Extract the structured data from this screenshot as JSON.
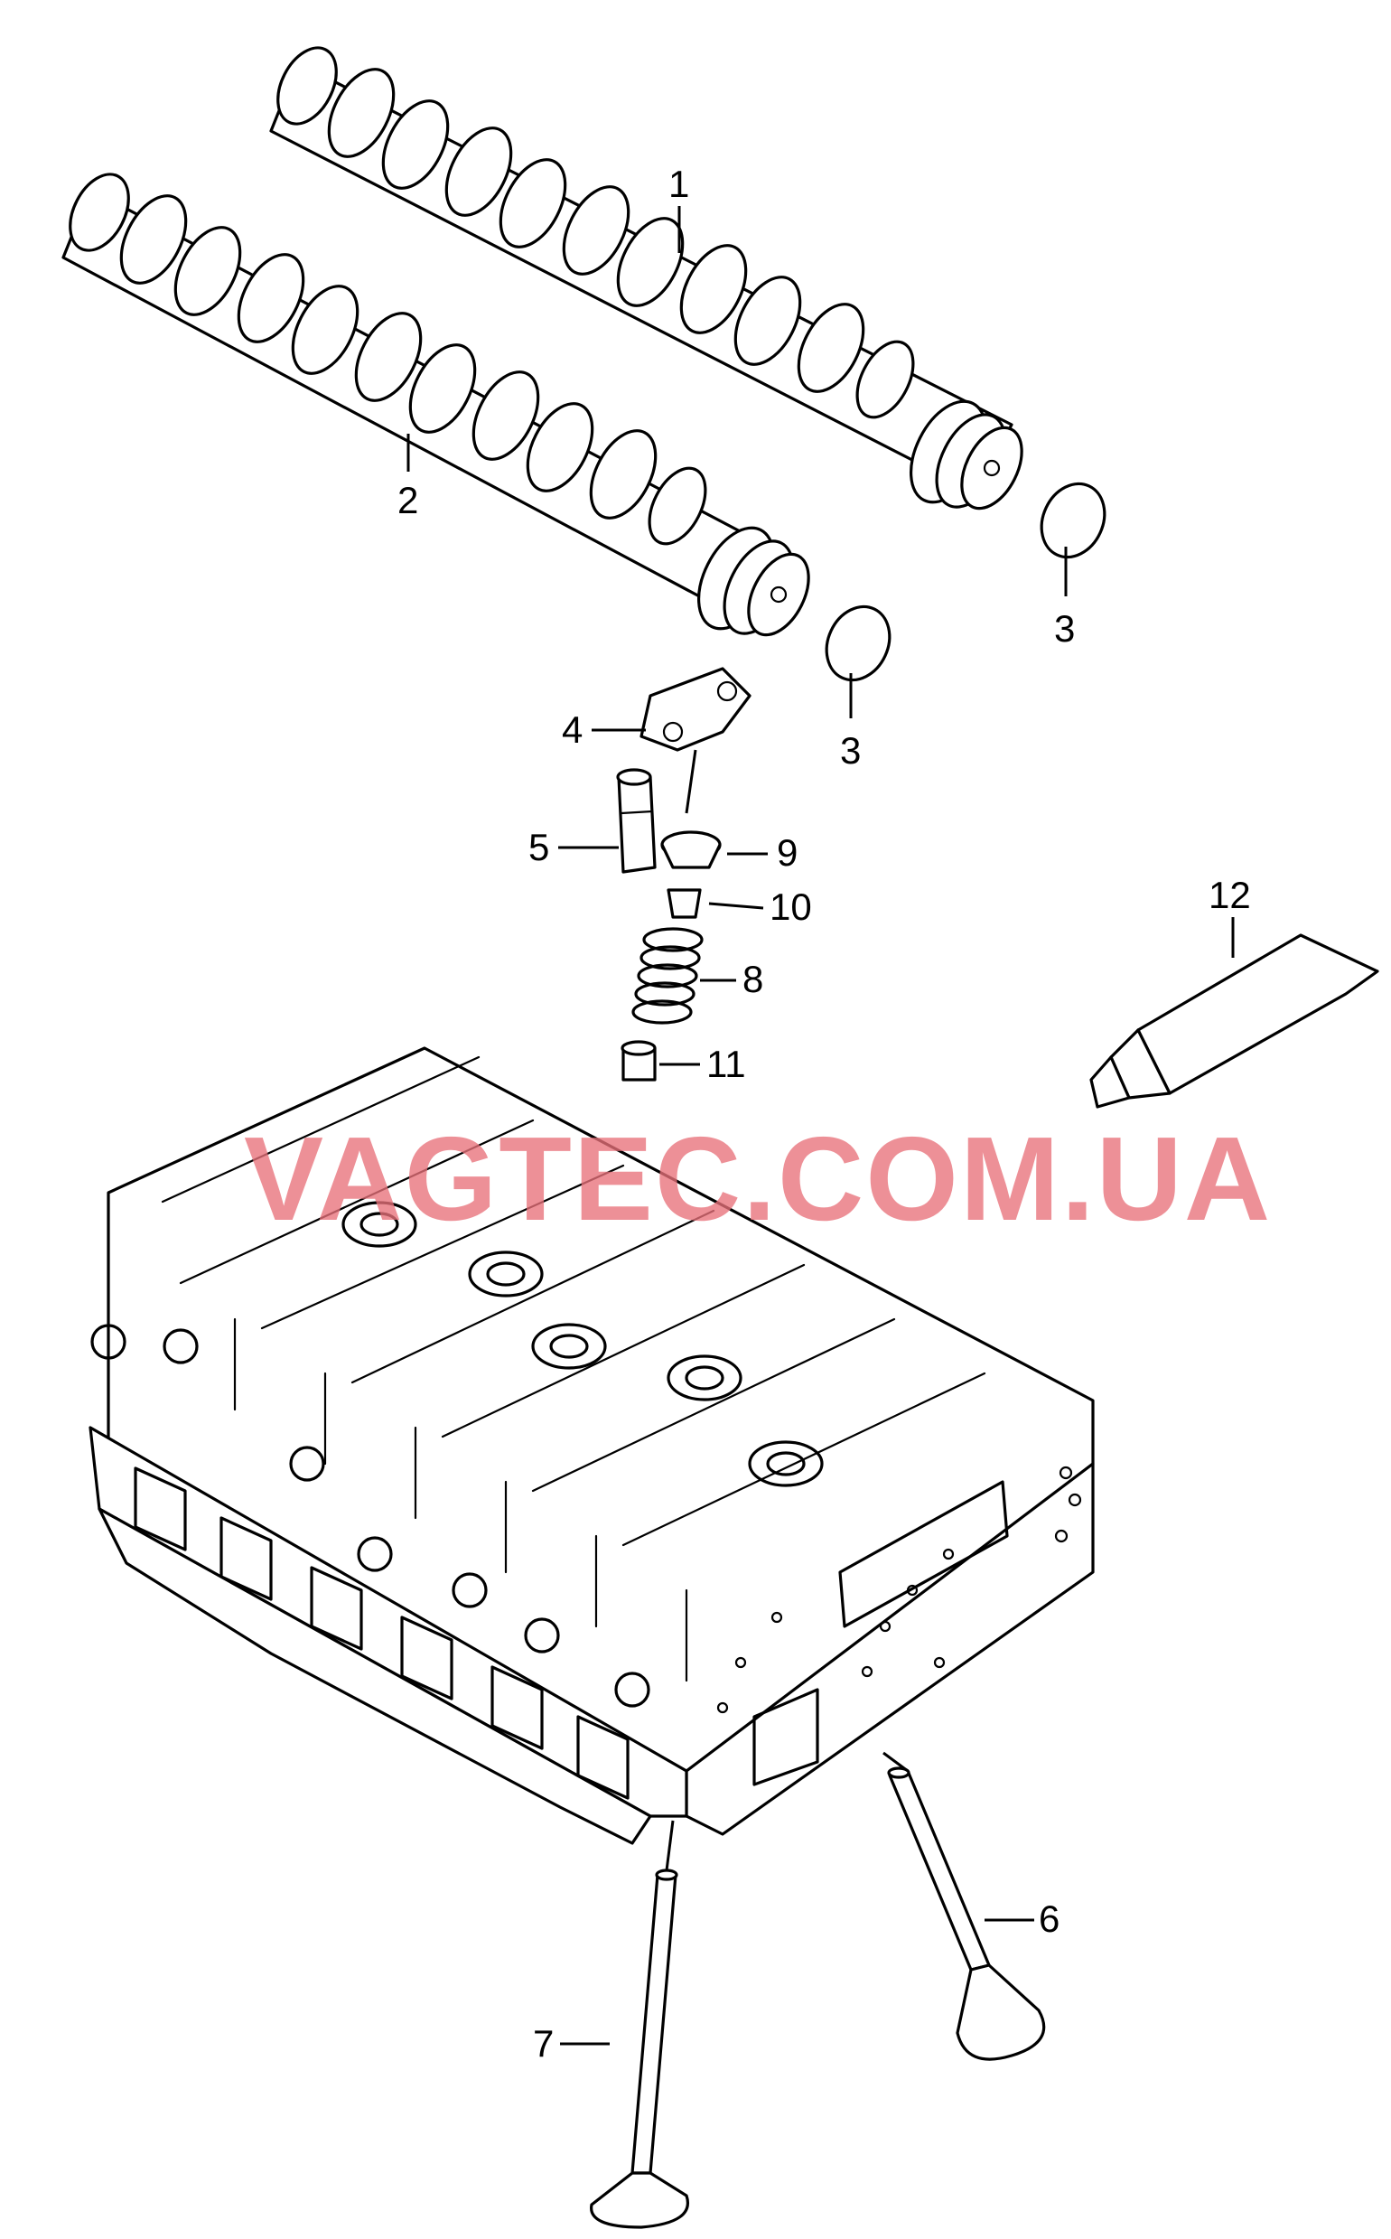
{
  "watermark": "VAGTEC.COM.UA",
  "callouts": {
    "c1": "1",
    "c2": "2",
    "c3a": "3",
    "c3b": "3",
    "c4": "4",
    "c5": "5",
    "c6": "6",
    "c7": "7",
    "c8": "8",
    "c9": "9",
    "c10": "10",
    "c11": "11",
    "c12": "12"
  },
  "parts": [
    {
      "id": "1",
      "name": "camshaft"
    },
    {
      "id": "2",
      "name": "camshaft"
    },
    {
      "id": "3",
      "name": "seal ring"
    },
    {
      "id": "4",
      "name": "roller rocker arm"
    },
    {
      "id": "5",
      "name": "hydraulic lash adjuster"
    },
    {
      "id": "6",
      "name": "valve"
    },
    {
      "id": "7",
      "name": "valve"
    },
    {
      "id": "8",
      "name": "valve spring"
    },
    {
      "id": "9",
      "name": "spring retainer"
    },
    {
      "id": "10",
      "name": "valve cotters"
    },
    {
      "id": "11",
      "name": "valve stem seal"
    },
    {
      "id": "12",
      "name": "sealant tube"
    }
  ]
}
